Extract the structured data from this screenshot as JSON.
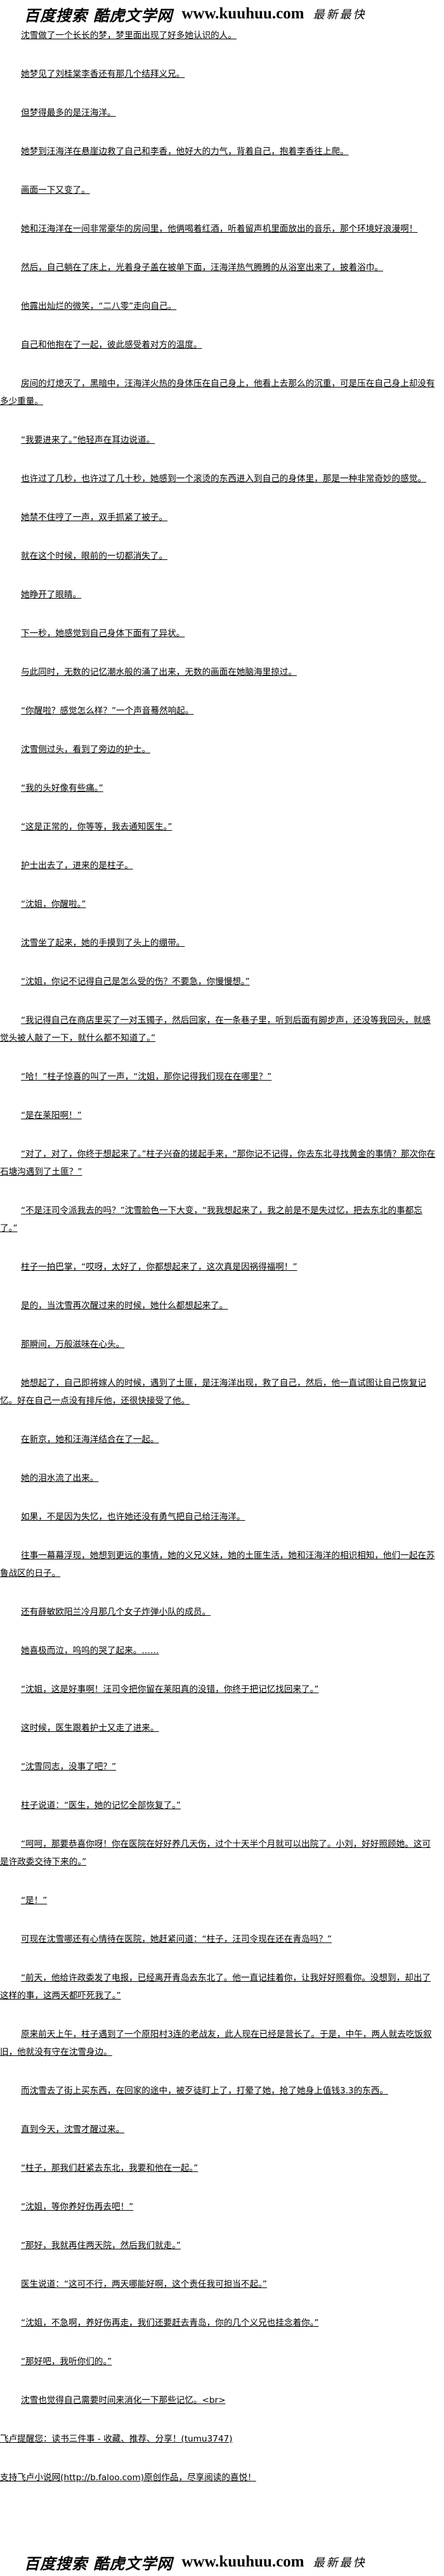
{
  "header": {
    "site_name": "百度搜索 酷虎文学网",
    "url": "www.kuuhuu.com",
    "tagline": "最新最快"
  },
  "paragraphs": [
    {
      "text": "沈雪做了一个长长的梦，梦里面出现了好多她认识的人。",
      "indent": true
    },
    {
      "text": "她梦见了刘桂棠李香还有那几个结拜义兄。",
      "indent": true
    },
    {
      "text": "但梦得最多的是汪海洋。",
      "indent": true
    },
    {
      "text": "她梦到汪海洋在悬崖边救了自己和李香，他好大的力气，背着自己，抱着李香往上爬。",
      "indent": true
    },
    {
      "text": "画面一下又变了。",
      "indent": true
    },
    {
      "text": "她和汪海洋在一间非常豪华的房间里，他俩喝着红酒，听着留声机里面放出的音乐，那个环境好浪漫啊！",
      "indent": true
    },
    {
      "text": "然后，自己躺在了床上，光着身子盖在被单下面，汪海洋热气腾腾的从浴室出来了，披着浴巾。",
      "indent": true
    },
    {
      "text": "他露出灿烂的微笑，“二八零”走向自己。",
      "indent": true
    },
    {
      "text": "自己和他抱在了一起，彼此感受着对方的温度。",
      "indent": true
    },
    {
      "text": "房间的灯熄灭了，黑暗中，汪海洋火热的身体压在自己身上，他看上去那么的沉重，可是压在自己身上却没有多少重量。",
      "indent": true
    },
    {
      "text": "“我要进来了。”他轻声在耳边说道。",
      "indent": true
    },
    {
      "text": "也许过了几秒，也许过了几十秒，她感到一个滚烫的东西进入到自己的身体里，那是一种非常奇妙的感觉。",
      "indent": true
    },
    {
      "text": "她禁不住哼了一声，双手抓紧了被子。",
      "indent": true
    },
    {
      "text": "就在这个时候，眼前的一切都消失了。",
      "indent": true
    },
    {
      "text": "她睁开了眼睛。",
      "indent": true
    },
    {
      "text": "下一秒，她感觉到自己身体下面有了异状。",
      "indent": true
    },
    {
      "text": "与此同时，无数的记忆潮水般的涌了出来，无数的画面在她脑海里掠过。",
      "indent": true
    },
    {
      "text": "“你醒啦？感觉怎么样？”一个声音蓦然响起。",
      "indent": true
    },
    {
      "text": "沈雪侧过头，看到了旁边的护士。",
      "indent": true
    },
    {
      "text": "“我的头好像有些痛。”",
      "indent": true
    },
    {
      "text": "“这是正常的，你等等，我去通知医生。”",
      "indent": true
    },
    {
      "text": "护士出去了，进来的是柱子。",
      "indent": true
    },
    {
      "text": "“沈姐，你醒啦。”",
      "indent": true
    },
    {
      "text": "沈雪坐了起来，她的手摸到了头上的绷带。",
      "indent": true
    },
    {
      "text": "“沈姐，你记不记得自己是怎么受的伤？不要急，你慢慢想。”",
      "indent": true
    },
    {
      "text": "“我记得自己在商店里买了一对玉镯子，然后回家，在一条巷子里，听到后面有脚步声，还没等我回头，就感觉头被人敲了一下，就什么都不知道了。”",
      "indent": true
    },
    {
      "text": "“哈！”柱子惊喜的叫了一声，“沈姐，那你记得我们现在在哪里？”",
      "indent": true
    },
    {
      "text": "“是在莱阳啊！”",
      "indent": true
    },
    {
      "text": "“对了，对了，你终于想起来了。”柱子兴奋的搓起手来，“那你记不记得，你去东北寻找黄金的事情？那次你在石塘沟遇到了土匪？”",
      "indent": true
    },
    {
      "text": "“不是汪司令派我去的吗？”沈雪脸色一下大变，“我我想起来了，我之前是不是失过忆，把去东北的事都忘了。”",
      "indent": true
    },
    {
      "text": "柱子一拍巴掌，“哎呀，太好了，你都想起来了，这次真是因祸得福啊！”",
      "indent": true
    },
    {
      "text": "是的，当沈雪再次醒过来的时候，她什么都想起来了。",
      "indent": true
    },
    {
      "text": "那瞬间，万般滋味在心头。",
      "indent": true
    },
    {
      "text": "她想起了，自己即将嫁人的时候，遇到了土匪，是汪海洋出现，救了自己，然后，他一直试图让自己恢复记忆。好在自己一点没有排斥他，还很快接受了他。",
      "indent": true
    },
    {
      "text": "在新京，她和汪海洋结合在了一起。",
      "indent": true
    },
    {
      "text": "她的泪水流了出来。",
      "indent": true
    },
    {
      "text": "如果，不是因为失忆，也许她还没有勇气把自己给汪海洋。",
      "indent": true
    },
    {
      "text": "往事一幕幕浮现，她想到更远的事情，她的义兄义妹，她的土匪生活，她和汪海洋的相识相知，他们一起在苏鲁战区的日子。",
      "indent": true
    },
    {
      "text": "还有薛敏欧阳兰冷月那几个女子炸弹小队的成员。",
      "indent": true
    },
    {
      "text": "她喜极而泣，呜呜的哭了起来。……",
      "indent": true
    },
    {
      "text": "“沈姐，这是好事啊！汪司令把你留在莱阳真的没错，你终于把记忆找回来了。”",
      "indent": true
    },
    {
      "text": "这时候，医生跟着护士又走了进来。",
      "indent": true
    },
    {
      "text": "“沈雪同志，没事了吧？”",
      "indent": true
    },
    {
      "text": "柱子说道：“医生，她的记忆全部恢复了。”",
      "indent": true
    },
    {
      "text": "“呵呵，那要恭喜你呀！你在医院在好好养几天伤，过个十天半个月就可以出院了。小刘，好好照顾她。这可是许政委交待下来的。”",
      "indent": true
    },
    {
      "text": "“是！”",
      "indent": true
    },
    {
      "text": "可现在沈雪哪还有心情待在医院，她赶紧问道：“柱子，汪司令现在还在青岛吗？”",
      "indent": true
    },
    {
      "text": "“前天，他给许政委发了电报，已经离开青岛去东北了。他一直记挂着你，让我好好照看你。没想到，却出了这样的事，这两天都吓死我了。”",
      "indent": true
    },
    {
      "text": "原来前天上午，柱子遇到了一个原阳村3连的老战友，此人现在已经是营长了。于是，中午，两人就去吃饭叙旧，他就没有守在沈雪身边。",
      "indent": true
    },
    {
      "text": "而沈雪去了街上买东西，在回家的途中，被歹徒盯上了，打晕了她，抢了她身上值钱3.3的东西。",
      "indent": true
    },
    {
      "text": "直到今天，沈雪才醒过来。",
      "indent": true
    },
    {
      "text": "“柱子，那我们赶紧去东北，我要和他在一起。”",
      "indent": true
    },
    {
      "text": "“沈姐，等你养好伤再去吧！”",
      "indent": true
    },
    {
      "text": "“那好，我就再住两天院，然后我们就走。”",
      "indent": true
    },
    {
      "text": "医生说道：“这可不行，两天哪能好啊，这个责任我可担当不起。”",
      "indent": true
    },
    {
      "text": "“沈姐，不急啊，养好伤再走，我们还要赶去青岛，你的几个义兄也挂念着你。”",
      "indent": true
    },
    {
      "text": "“那好吧，我听你们的。”",
      "indent": true
    },
    {
      "text": "沈雪也觉得自己需要时间来消化一下那些记忆。<br>",
      "indent": true
    },
    {
      "text": "飞卢提醒您：读书三件事 - 收藏、推荐、分享！(tumu3747)",
      "indent": false
    },
    {
      "text": "支持飞卢小说网(http://b.faloo.com)原创作品，尽享阅读的喜悦！",
      "indent": false
    }
  ],
  "footer": {
    "site_name": "百度搜索 酷虎文学网",
    "url": "www.kuuhuu.com",
    "tagline": "最新最快"
  }
}
